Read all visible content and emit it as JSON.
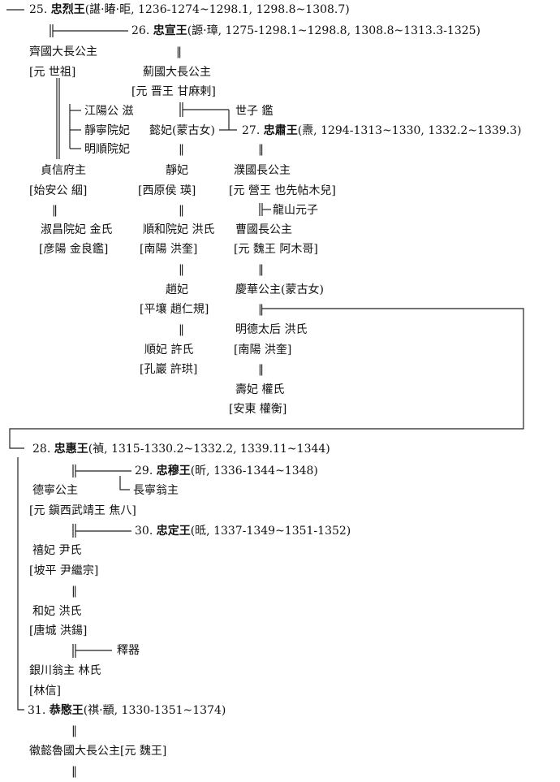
{
  "kings": {
    "k25": {
      "num": "25.",
      "name": "忠烈王",
      "detail": "(諶·睶·昛, 1236-1274~1298.1, 1298.8~1308.7)"
    },
    "k26": {
      "num": "26.",
      "name": "忠宣王",
      "detail": "(謜·璋, 1275-1298.1~1298.8, 1308.8~1313.3-1325)"
    },
    "k27": {
      "num": "27.",
      "name": "忠肅王",
      "detail": "(燾, 1294-1313~1330, 1332.2~1339.3)"
    },
    "k28": {
      "num": "28.",
      "name": "忠惠王",
      "detail": "(禎, 1315-1330.2~1332.2, 1339.11~1344)"
    },
    "k29": {
      "num": "29.",
      "name": "忠穆王",
      "detail": "(昕, 1336-1344~1348)"
    },
    "k30": {
      "num": "30.",
      "name": "忠定王",
      "detail": "(㫝, 1337-1349~1351-1352)"
    },
    "k31": {
      "num": "31.",
      "name": "恭愍王",
      "detail": "(祺·顓, 1330-1351~1374)"
    }
  },
  "persons": {
    "qiguo": "齊國大長公主",
    "qiguo_father": "[元 世祖]",
    "jiguo": "薊國大長公主",
    "jiguo_father": "[元 晋王 甘麻剌]",
    "jiangyang": "江陽公 滋",
    "seja": "世子 鑑",
    "jeongnyeong": "靜寧院妃",
    "uibi": "懿妃(蒙古女)",
    "myeongsun": "明順院妃",
    "jeongsin": "貞信府主",
    "jeongsin_father": "[始安公 絪]",
    "jeongbi": "靜妃",
    "jeongbi_father": "[西原侯 瑛]",
    "puguo": "濮國長公主",
    "puguo_father": "[元 營王 也先帖木兒]",
    "ryongsan": "龍山元子",
    "sukchang": "淑昌院妃 金氏",
    "sukchang_father": "[彦陽 金良鑑]",
    "sunhwa": "順和院妃 洪氏",
    "sunhwa_father": "[南陽 洪奎]",
    "caoguo": "曹國長公主",
    "caoguo_father": "[元 魏王 阿木哥]",
    "jobi": "趙妃",
    "jobi_father": "[平壤 趙仁規]",
    "gyeonghwa": "慶華公主(蒙古女)",
    "sunbi": "順妃 許氏",
    "sunbi_father": "[孔巖 許珙]",
    "myeongdeok": "明德太后 洪氏",
    "myeongdeok_father": "[南陽 洪奎]",
    "subi": "壽妃 權氏",
    "subi_father": "[安東 權衡]",
    "deoknyeong": "德寧公主",
    "deoknyeong_father": "[元 鎭西武靖王 焦八]",
    "jangnyeong": "長寧翁主",
    "heebi": "禧妃 尹氏",
    "heebi_father": "[坡平 尹繼宗]",
    "hwabi": "和妃 洪氏",
    "hwabi_father": "[唐城 洪鍚]",
    "seokgi": "釋器",
    "euncheon": "銀川翁主 林氏",
    "euncheon_father": "[林信]",
    "noguk": "徽懿魯國大長公主[元 魏王]"
  },
  "marriage_symbol": "‖"
}
